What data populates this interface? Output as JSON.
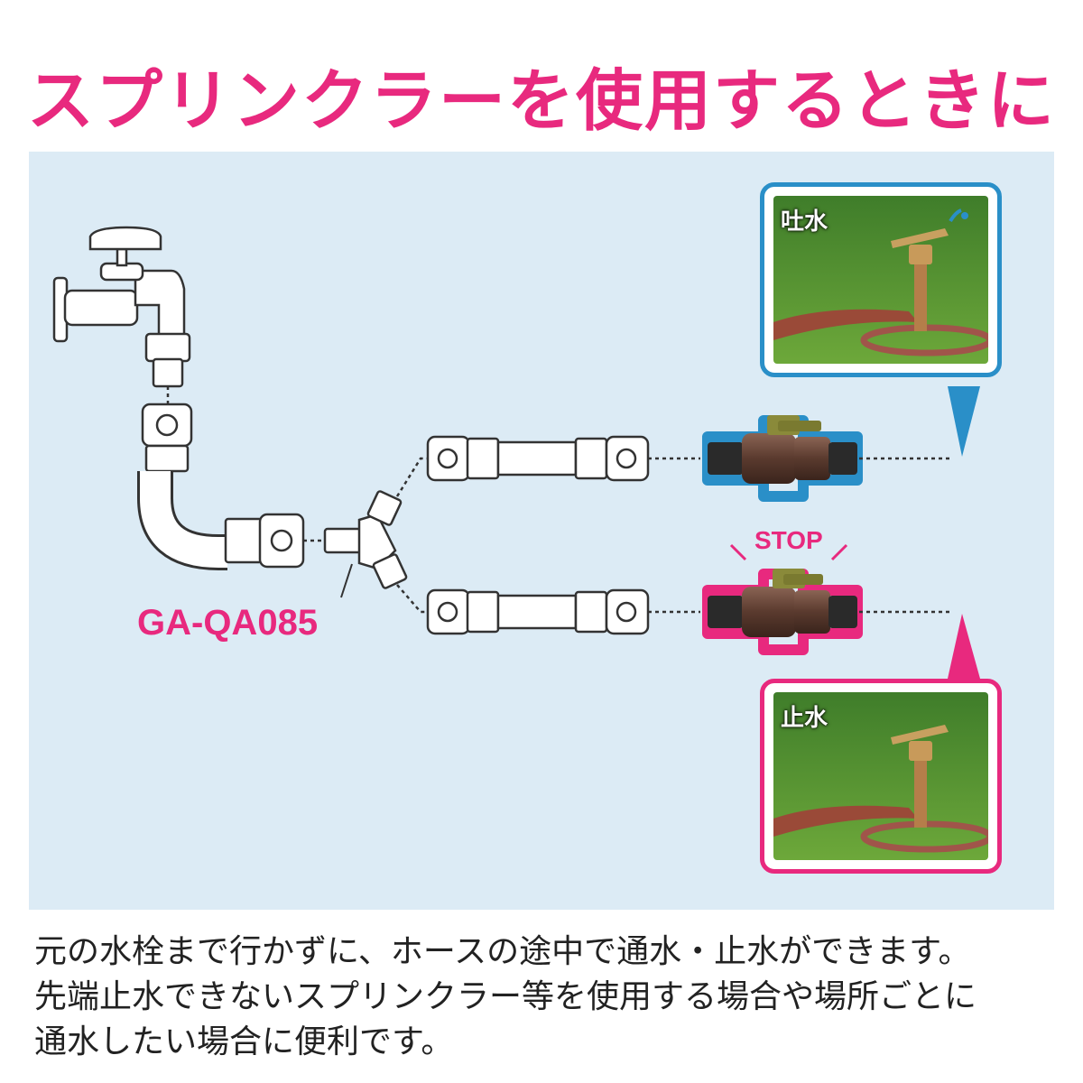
{
  "title": "スプリンクラーを使用するときに",
  "model_label": "GA-QA085",
  "stop_label": "STOP",
  "photos": {
    "top": {
      "label": "吐水"
    },
    "bottom": {
      "label": "止水"
    }
  },
  "description": [
    "元の水栓まで行かずに、ホースの途中で通水・止水ができます。",
    "先端止水できないスプリンクラー等を使用する場合や場所ごとに",
    "通水したい場合に便利です。"
  ],
  "colors": {
    "title": "#e8297e",
    "accent_pink": "#e8297e",
    "accent_blue": "#2a8fc8",
    "panel": "#dcebf5"
  }
}
